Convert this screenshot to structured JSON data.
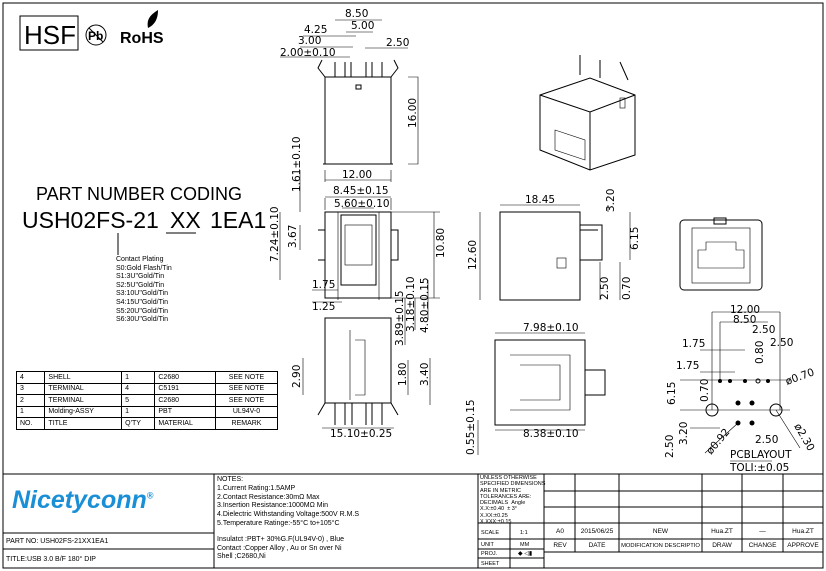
{
  "logos": {
    "hsf": "HSF",
    "pb": "Pb",
    "rohs": "RoHS",
    "brand": "Nicetyconn",
    "reg": "®"
  },
  "coding": {
    "title": "PART NUMBER CODING",
    "code_a": "USH02FS-21",
    "code_b": "XX",
    "code_c": "1EA1",
    "plating_title": "Contact Plating",
    "plating": [
      "S0:Gold Flash/Tin",
      "S1:3U\"Gold/Tin",
      "S2:5U\"Gold/Tin",
      "S3:10U\"Gold/Tin",
      "S4:15U\"Gold/Tin",
      "S5:20U\"Gold/Tin",
      "S6:30U\"Gold/Tin"
    ]
  },
  "bom": {
    "rows": [
      [
        "4",
        "SHELL",
        "1",
        "C2680",
        "SEE NOTE"
      ],
      [
        "3",
        "TERMINAL",
        "4",
        "C5191",
        "SEE NOTE"
      ],
      [
        "2",
        "TERMINAL",
        "5",
        "C2680",
        "SEE NOTE"
      ],
      [
        "1",
        "Molding-ASSY",
        "1",
        "PBT",
        "UL94V-0"
      ]
    ],
    "header": [
      "NO.",
      "TITLE",
      "Q'TY",
      "MATERIAL",
      "REMARK"
    ]
  },
  "dims": {
    "d850": "8.50",
    "d500": "5.00",
    "d425": "4.25",
    "d300": "3.00",
    "d200": "2.00±0.10",
    "d250": "2.50",
    "d1600": "16.00",
    "d1200": "12.00",
    "d845": "8.45±0.15",
    "d560": "5.60±0.10",
    "d724": "7.24±0.10",
    "d161": "1.61±0.10",
    "d367": "3.67",
    "d1080": "10.80",
    "d175": "1.75",
    "d125": "1.25",
    "d389": "3.89±0.15",
    "d318": "3.18±0.10",
    "d480": "4.80±0.15",
    "d290": "2.90",
    "d180": "1.80",
    "d340": "3.40",
    "d1510": "15.10±0.25",
    "d1845": "18.45",
    "d320": "3.20",
    "d615": "6.15",
    "d1260": "12.60",
    "s250": "2.50",
    "s070": "0.70",
    "d798": "7.98±0.10",
    "d838": "8.38±0.10",
    "d055": "0.55±0.15"
  },
  "pcb": {
    "w": "12.00",
    "p": "8.50",
    "a": "2.50",
    "b": "2.50",
    "c": "0.80",
    "e": "1.75",
    "f": "1.75",
    "g": "0.70",
    "h": "ø0.70",
    "i": "6.15",
    "j": "3.20",
    "k": "2.50",
    "l": "ø0.92",
    "m": "ø2.30",
    "n": "2.50",
    "title": "PCBLAYOUT",
    "tol": "TOLI:±0.05"
  },
  "notes": {
    "title": "NOTES:",
    "items": [
      "1.Current Rating:1.5AMP",
      "2.Contact Resistance:30mΩ Max",
      "3.Insertion Resistance:1000MΩ Min",
      "4.Dielectric Withstanding Voltage:500V R.M.S",
      "5.Temperature Ratinge:-55°C to+105°C"
    ],
    "materials": [
      "Insulatct :PBT+ 30%G.F(UL94V-0) , Blue",
      "Contact :Copper Alloy , Au or Sn over Ni",
      "Shell ;C2680,Ni"
    ]
  },
  "part": {
    "part_label": "PART NO:",
    "part_no": "USH02FS-21XX1EA1",
    "title_label": "TITLE:",
    "title": "USB 3.0 B/F 180° DIP"
  },
  "tol": {
    "lines": [
      "UNLESS OTHERWISE",
      "SPECIFIED DIMENSIONS",
      "ARE IN METRIC",
      "TOLERANCES ARE:"
    ],
    "decimals": "DECIMALS",
    "angle": "Angle",
    "angle_tol": "± 3°",
    "x1": "X.X:±0.40",
    "x2": "X.XX:±0.25",
    "x3": "X.XXX:±0.15",
    "scale_label": "SCALE",
    "scale": "1:1",
    "unit_label": "UNIT",
    "unit": "MM",
    "proj_label": "PROJ.",
    "sheet_label": "SHEET"
  },
  "rev": {
    "values": [
      "A0",
      "2015/06/25",
      "NEW",
      "Hua.ZT",
      "—",
      "Hua.ZT"
    ],
    "headers": [
      "REV",
      "DATE",
      "MODIFICATION DESCRIPTIO",
      "DRAW",
      "CHANGE",
      "APPROVE"
    ]
  },
  "colors": {
    "brand": "#1a8fd6"
  }
}
